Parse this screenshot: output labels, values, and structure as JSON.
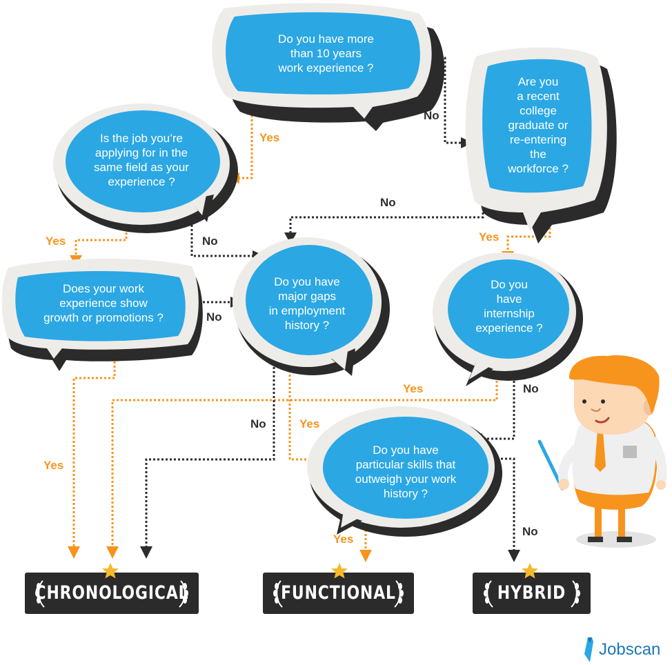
{
  "questions": {
    "q1": "Do you have more\nthan 10 years\nwork experience ?",
    "q2": "Is the job you’re\napplying for in the\nsame field as your\nexperience  ?",
    "q3": "Are you\na recent\ncollege\ngraduate or\nre-entering\nthe\nworkforce ?",
    "q4": "Does your work\nexperience show\ngrowth or promotions ?",
    "q5": "Do you have\nmajor gaps\nin employment\nhistory ?",
    "q6": "Do you\nhave\ninternship\nexperience ?",
    "q7": "Do you have\nparticular skills that\noutweigh your work\nhistory ?"
  },
  "labels": {
    "yes": "Yes",
    "no": "No"
  },
  "results": {
    "chronological": "CHRONOLOGICAL",
    "functional": "FUNCTIONAL",
    "hybrid": "HYBRID"
  },
  "brand": "Jobscan",
  "colors": {
    "bubble_blue": "#2ba7e4",
    "bubble_border": "#eeece9",
    "shadow": "#2b2b2b",
    "yes_orange": "#f7941d",
    "no_dark": "#2d2d2d",
    "result_bg": "#2b2b2b",
    "star": "#f6b92c"
  }
}
